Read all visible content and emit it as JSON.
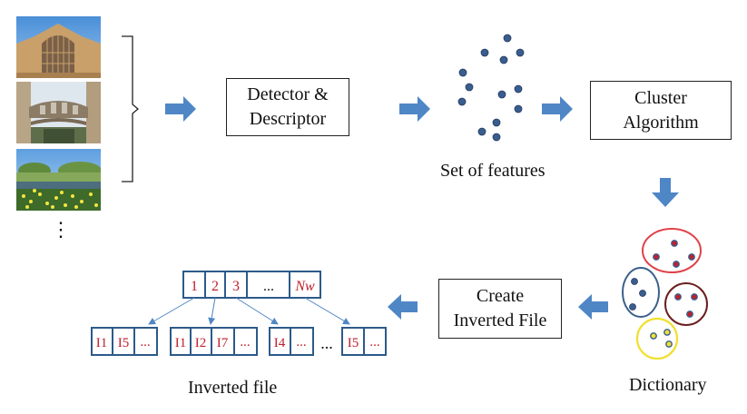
{
  "boxes": {
    "detector_line1": "Detector &",
    "detector_line2": "Descriptor",
    "cluster_line1": "Cluster",
    "cluster_line2": "Algorithm",
    "create_line1": "Create",
    "create_line2": "Inverted File"
  },
  "captions": {
    "features": "Set of features",
    "dictionary": "Dictionary",
    "inverted_file": "Inverted file"
  },
  "more_images": "⋮",
  "index_row": [
    "1",
    "2",
    "3",
    "...",
    "Nw"
  ],
  "posting_lists": [
    [
      "I1",
      "I5",
      "..."
    ],
    [
      "I1",
      "I2",
      "I7",
      "..."
    ],
    [
      "I4",
      "..."
    ],
    [
      "I5",
      "..."
    ]
  ],
  "between_lists": "...",
  "colors": {
    "arrow": "#4f86c6",
    "box_blue": "#2c5a8a",
    "red_text": "#c0202a",
    "dot": "#3a5d8f",
    "cluster_red": "#e0424a",
    "cluster_blue": "#3b5f8a",
    "cluster_maroon": "#6b1f1f",
    "cluster_yellow": "#f0e030"
  }
}
